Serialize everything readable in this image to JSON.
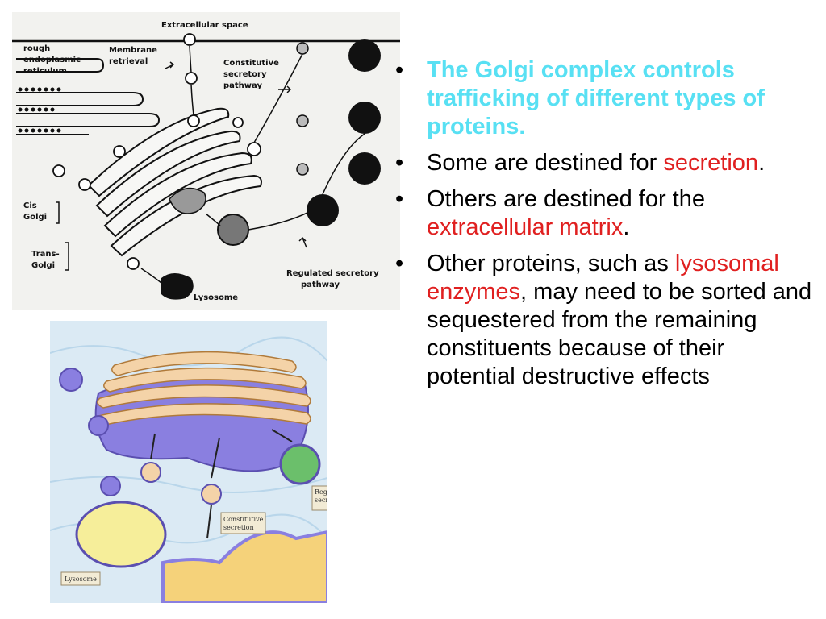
{
  "top_diagram": {
    "labels": {
      "extracellular_space": "Extracellular space",
      "rough_1": "rough",
      "rough_2": "endoplasmic",
      "rough_3": "reticulum",
      "membrane_1": "Membrane",
      "membrane_2": "retrieval",
      "constitutive_1": "Constitutive",
      "constitutive_2": "secretory",
      "constitutive_3": "pathway",
      "cis_1": "Cis",
      "cis_2": "Golgi",
      "trans_1": "Trans-",
      "trans_2": "Golgi",
      "lysosome": "Lysosome",
      "regulated_1": "Regulated secretory",
      "regulated_2": "pathway"
    }
  },
  "bottom_diagram": {
    "labels": {
      "regulated_1": "Regulated",
      "regulated_2": "secretion",
      "constitutive_1": "Constitutive",
      "constitutive_2": "secretion",
      "lysosome": "Lysosome"
    }
  },
  "bullets": [
    {
      "parts": [
        {
          "text": "The Golgi complex controls trafficking of different types of proteins.",
          "style": "highlight"
        }
      ]
    },
    {
      "parts": [
        {
          "text": "Some are destined for ",
          "style": "normal"
        },
        {
          "text": "secretion",
          "style": "red"
        },
        {
          "text": ".",
          "style": "normal"
        }
      ]
    },
    {
      "parts": [
        {
          "text": "Others are destined for the ",
          "style": "normal"
        },
        {
          "text": "extracellular matrix",
          "style": "red"
        },
        {
          "text": ".",
          "style": "normal"
        }
      ]
    },
    {
      "parts": [
        {
          "text": "Other proteins, such as ",
          "style": "normal"
        },
        {
          "text": "lysosomal enzymes",
          "style": "red"
        },
        {
          "text": ", may need to be sorted and sequestered from the remaining constituents because of their potential destructive effects",
          "style": "normal"
        }
      ]
    }
  ],
  "bullet_glyph": "•",
  "colors": {
    "highlight": "#58e0f3",
    "red": "#e02020",
    "text": "#000000"
  }
}
